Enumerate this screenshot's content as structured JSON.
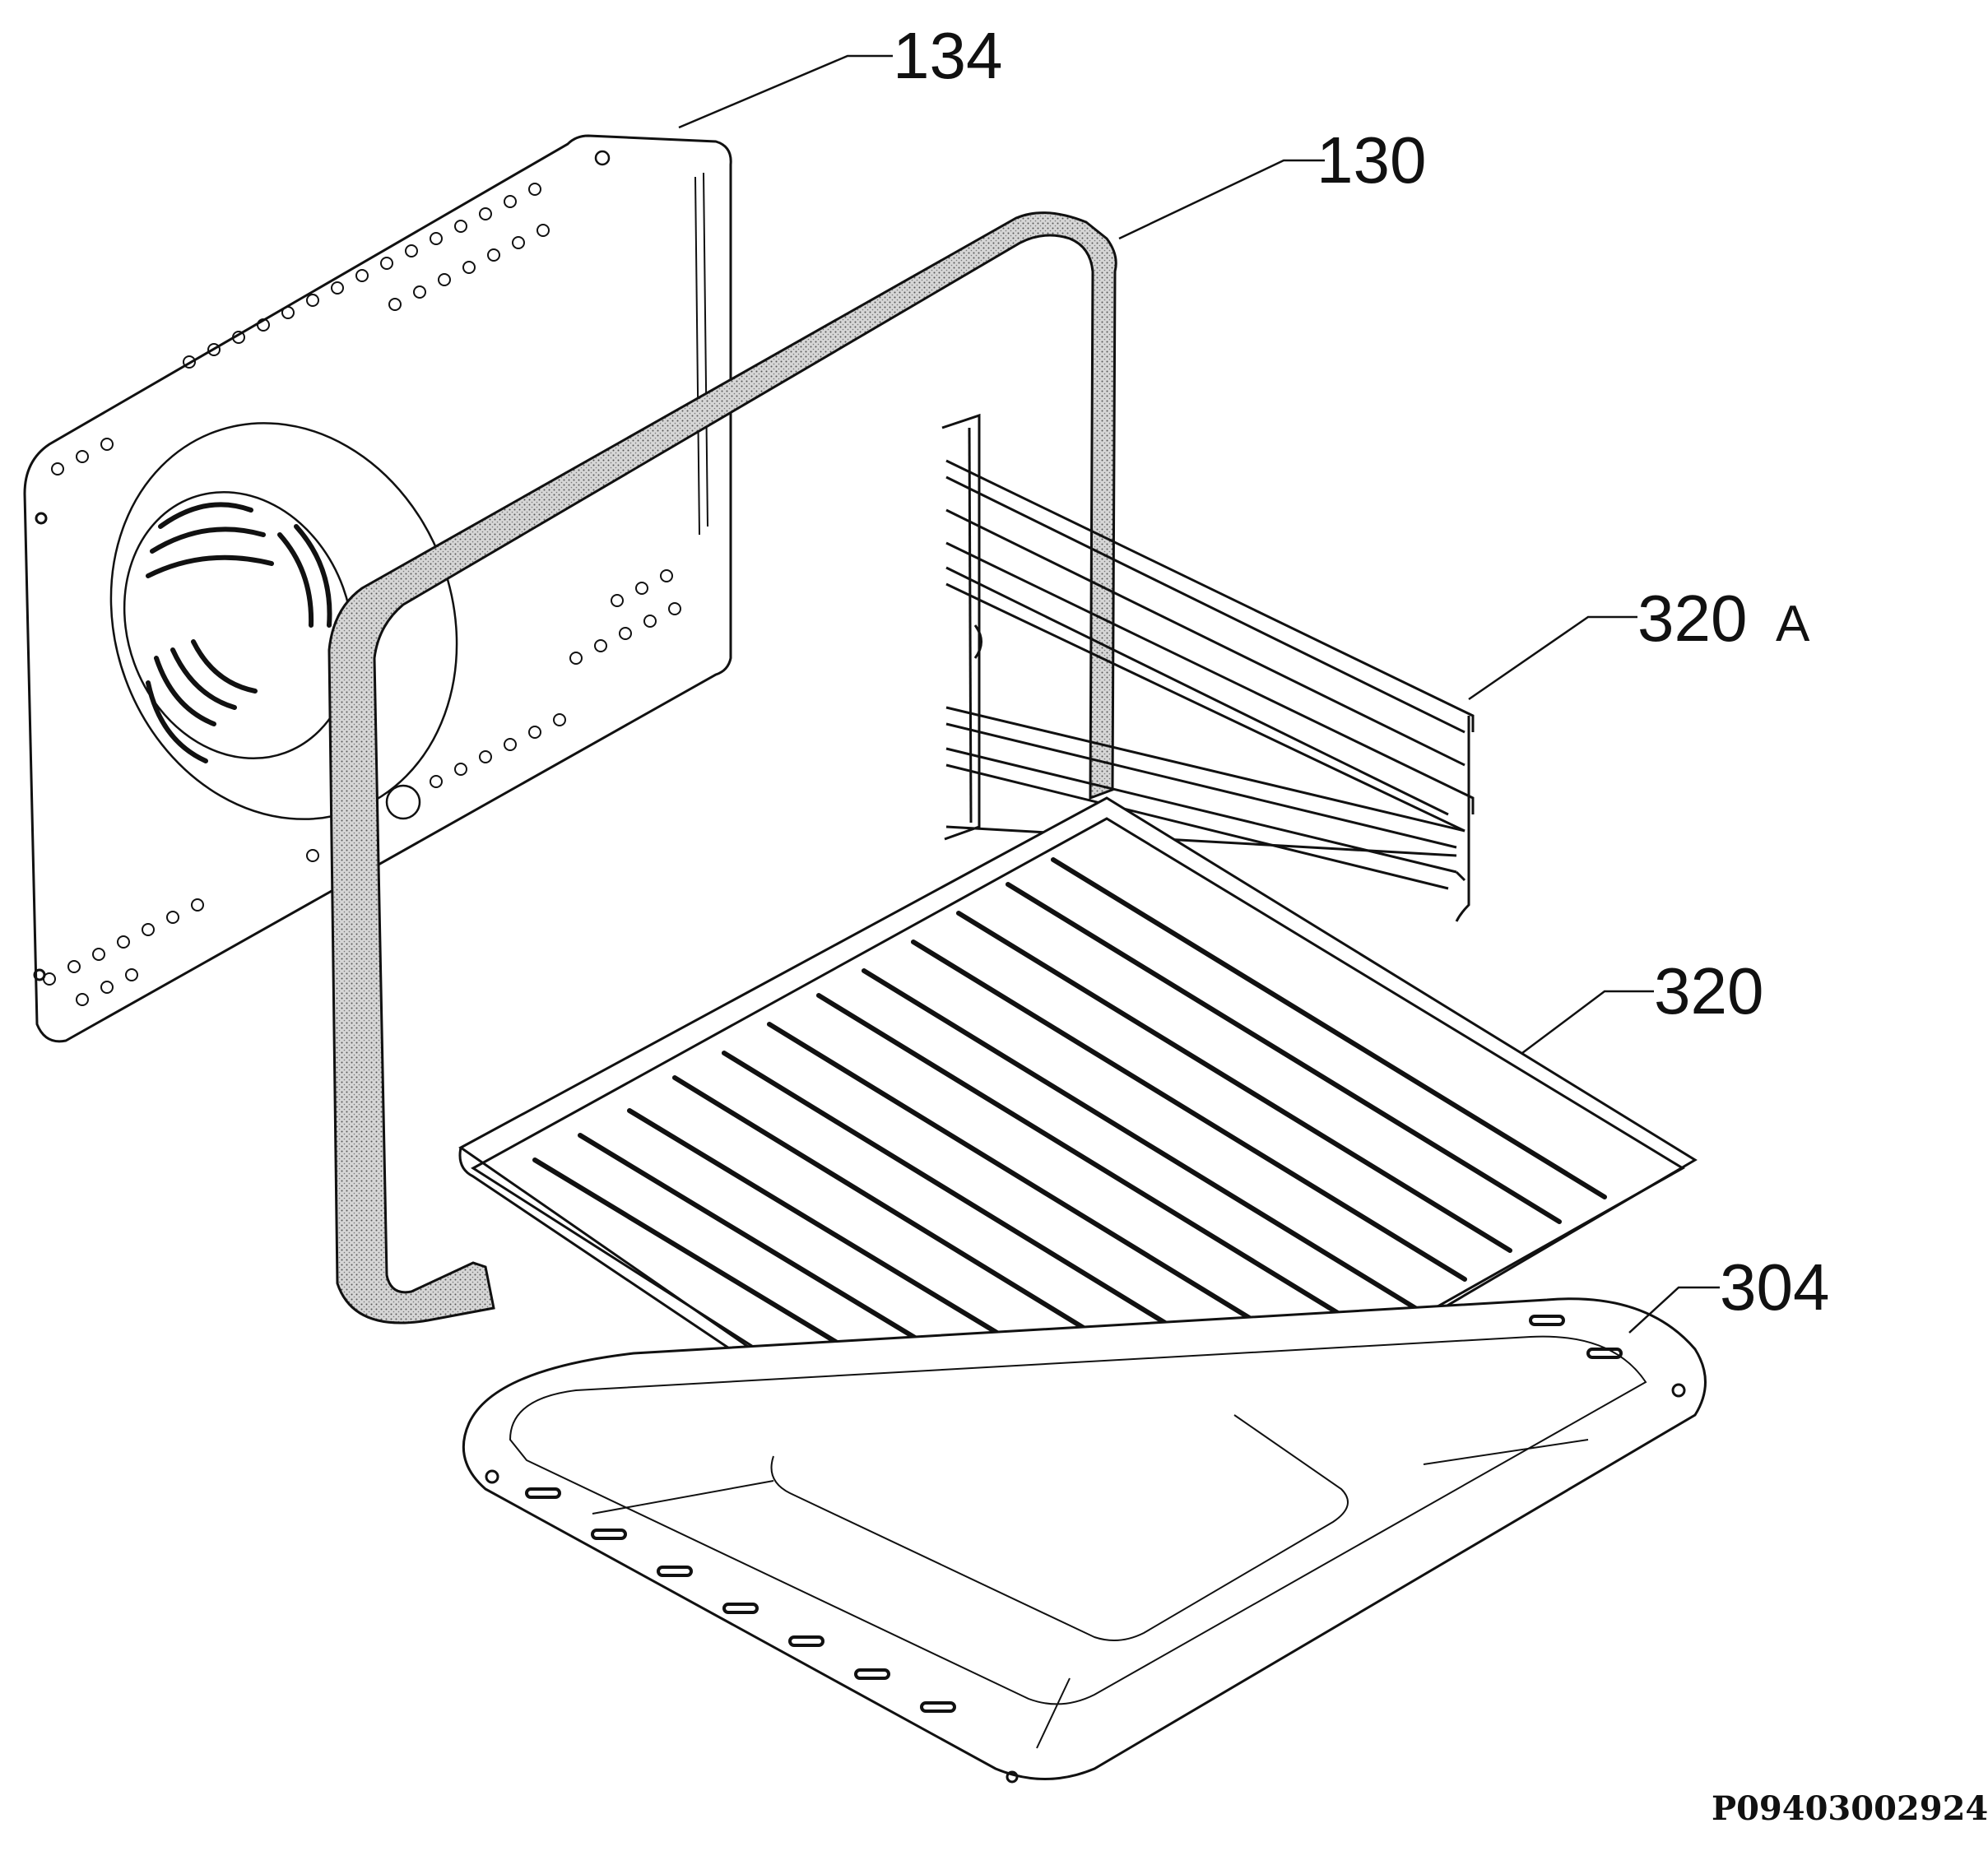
{
  "labels": {
    "back_panel": "134",
    "seal": "130",
    "side_runner": "320",
    "side_runner_suffix": "A",
    "wire_shelf": "320",
    "baking_tray": "304"
  },
  "reference_code": "P09403002924",
  "colors": {
    "ink": "#111111",
    "seal_fill": "#c9c9c9",
    "background": "#ffffff"
  }
}
